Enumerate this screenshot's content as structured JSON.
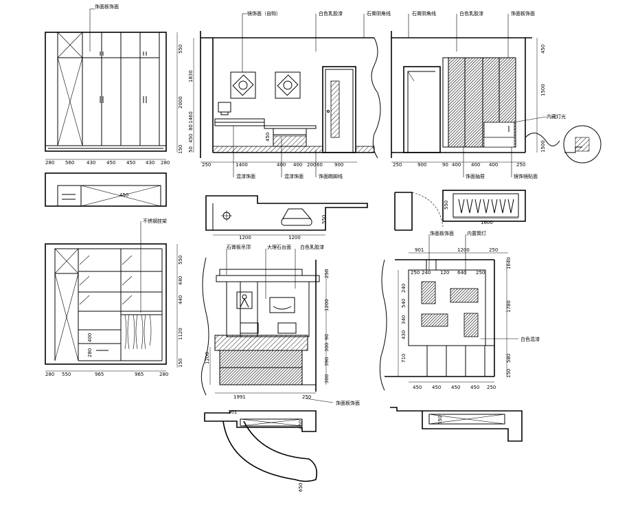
{
  "notes": {
    "n1": "饰面板饰面",
    "n2": "镜饰面（自购）",
    "n3": "白色乳胶漆",
    "n4": "石膏阴角线",
    "n5": "石膏阴角线",
    "n6": "白色乳胶漆",
    "n7": "饰面板饰面",
    "n8": "内藏灯光",
    "n9": "混漆饰面",
    "n10": "混漆饰面",
    "n11": "饰面踢脚线",
    "n12": "饰面抽屉",
    "n13": "镜饰镜贴面",
    "n14": "不锈钢挂架",
    "n15": "石膏板吊顶",
    "n16": "大理石台面",
    "n17": "白色乳胶漆",
    "n18": "饰面板饰面",
    "n19": "内置筒灯",
    "n20": "白色混漆",
    "n21": "饰面板饰面"
  },
  "dims": {
    "wardrobe_a_h": [
      "280",
      "560",
      "430",
      "450",
      "450",
      "430",
      "280"
    ],
    "wardrobe_a_v": [
      "550",
      "2000",
      "150"
    ],
    "wardrobe_b_h": [
      "280",
      "550",
      "965",
      "965",
      "280"
    ],
    "wardrobe_b_v": [
      "550",
      "440",
      "440",
      "1120",
      "400",
      "280",
      "150"
    ],
    "plan_b_w": "450",
    "desk_wall_h": [
      "250",
      "1400",
      "400",
      "400",
      "200",
      "60",
      "900"
    ],
    "desk_wall_v": [
      "1830",
      "1460",
      "80",
      "450",
      "50"
    ],
    "desk_mid": "450",
    "desk_plan_w": [
      "1200",
      "1200"
    ],
    "desk_plan_d": "550",
    "cab_wall_h": [
      "250",
      "900",
      "90",
      "400",
      "400",
      "400",
      "250"
    ],
    "cab_wall_v": [
      "450",
      "1500",
      "1500"
    ],
    "cab_plan_w": "1600",
    "cab_plan_d": "550",
    "bar_v": [
      "250",
      "1200",
      "90",
      "300",
      "390",
      "300"
    ],
    "bar_left_v": "1200",
    "bar_h": [
      "1991",
      "250"
    ],
    "bar_plan_top": "301",
    "bar_plan_side": "460",
    "bar_plan_arc": "650",
    "panel_top": [
      "901",
      "1200",
      "250"
    ],
    "panel_grid": [
      "250",
      "240",
      "120",
      "640",
      "250"
    ],
    "panel_v_left": [
      "240",
      "540",
      "340",
      "430",
      "710"
    ],
    "panel_v_right": [
      "1640",
      "1780",
      "580",
      "150"
    ],
    "panel_h": [
      "450",
      "450",
      "450",
      "450",
      "250"
    ],
    "panel_plan": "550"
  }
}
